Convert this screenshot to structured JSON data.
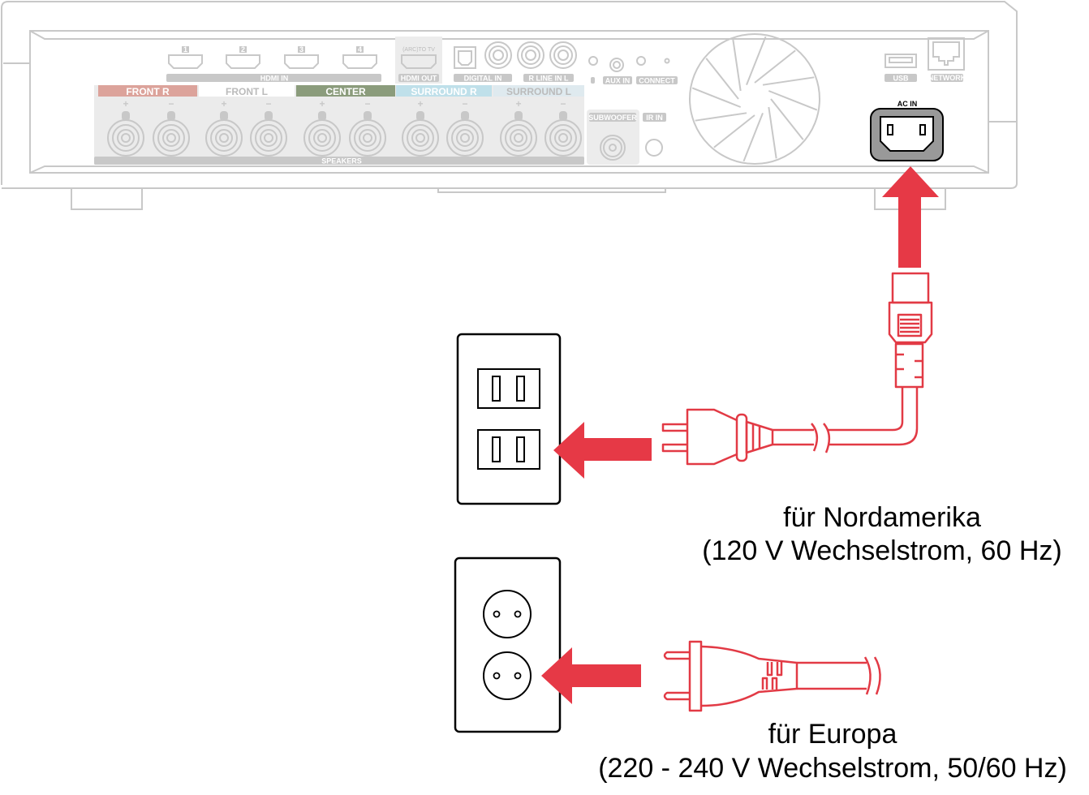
{
  "device": {
    "hdmi_numbers": [
      "1",
      "2",
      "3",
      "4"
    ],
    "hdmi_in_label": "HDMI IN",
    "arc_label": "(ARC)TO TV",
    "hdmi_out_label": "HDMI OUT",
    "digital_in_label": "DIGITAL IN",
    "line_in_label": "R  LINE IN  L",
    "aux_in_label": "AUX IN",
    "connect_label": "CONNECT",
    "speaker_channels": [
      "FRONT R",
      "FRONT L",
      "CENTER",
      "SURROUND R",
      "SURROUND L"
    ],
    "speakers_label": "SPEAKERS",
    "subwoofer_label": "SUBWOOFER",
    "ir_in_label": "IR IN",
    "usb_label": "USB",
    "network_label": "NETWORK",
    "ac_in_label": "AC IN"
  },
  "captions": {
    "north_america_line1": "für Nordamerika",
    "north_america_line2": "(120 V Wechselstrom, 60 Hz)",
    "europe_line1": "für Europa",
    "europe_line2": "(220 - 240 V Wechselstrom, 50/60 Hz)"
  },
  "colors": {
    "accent_red": "#e63946",
    "front_r": "#dca39b",
    "center": "#8b9c7c",
    "surround_r": "#bfe0ea",
    "surround_l": "#dfeaef"
  }
}
